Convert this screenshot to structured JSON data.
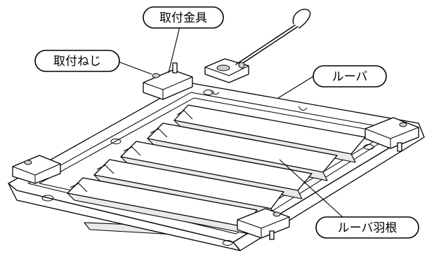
{
  "labels": {
    "mounting_bracket": "取付金具",
    "mounting_screw": "取付ねじ",
    "louver": "ルーバ",
    "louver_blade": "ルーバ羽根"
  }
}
